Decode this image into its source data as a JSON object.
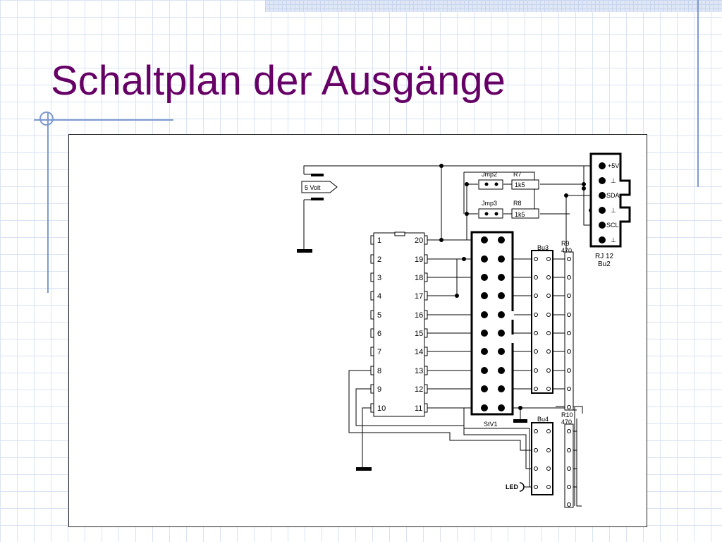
{
  "slide": {
    "title": "Schaltplan der Ausgänge"
  },
  "schematic": {
    "supply_label": "5 Volt",
    "ic_left_pins": [
      "1",
      "2",
      "3",
      "4",
      "5",
      "6",
      "7",
      "8",
      "9",
      "10"
    ],
    "ic_right_pins": [
      "20",
      "19",
      "18",
      "17",
      "16",
      "15",
      "14",
      "13",
      "12",
      "11"
    ],
    "jumper_jmp2": "Jmp2",
    "jumper_jmp3": "Jmp3",
    "resistor_r7": "R7",
    "resistor_r7_value": "1k5",
    "resistor_r8": "R8",
    "resistor_r8_value": "1k5",
    "connector_labels": [
      "+5V",
      "⊥",
      "SDA",
      "⊥",
      "SCL",
      "⊥"
    ],
    "connector_type": "RJ 12",
    "connector_name": "Bu2",
    "socket_bu3": "Bu3",
    "socket_bu4": "Bu4",
    "resistor_r9": "R9",
    "resistor_r9_value": "470",
    "resistor_r10": "R10",
    "resistor_r10_value": "470",
    "plug_stv1": "StV1",
    "led_label": "LED"
  }
}
